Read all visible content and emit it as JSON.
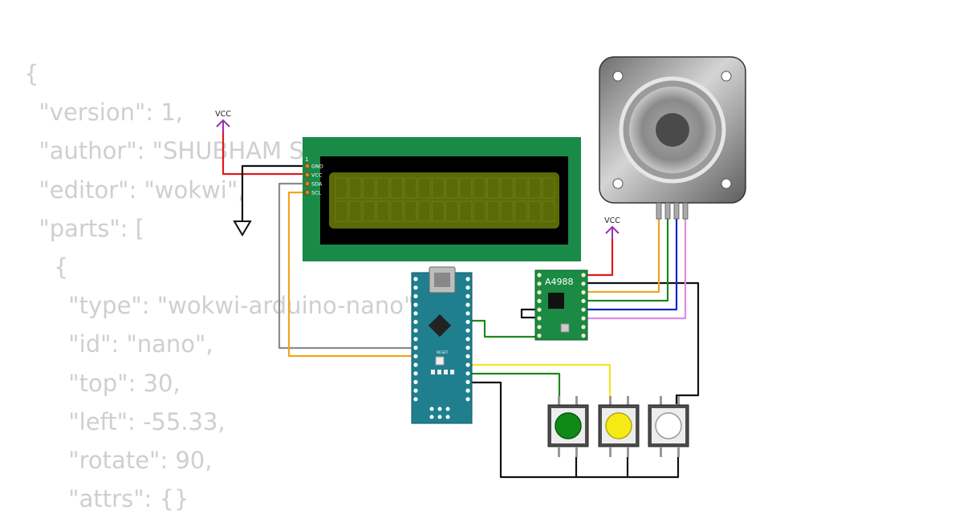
{
  "code_lines": [
    "{",
    "  \"version\": 1,",
    "  \"author\": \"SHUBHAM S",
    "  \"editor\": \"wokwi\",",
    "  \"parts\": [",
    "    {",
    "      \"type\": \"wokwi-arduino-nano\",",
    "      \"id\": \"nano\",",
    "      \"top\": 30,",
    "      \"left\": -55.33,",
    "      \"rotate\": 90,",
    "      \"attrs\": {}"
  ],
  "power_labels": {
    "vcc_lcd": "VCC",
    "vcc_driver": "VCC"
  },
  "lcd": {
    "pin_index_label": "1",
    "pins": [
      "GND",
      "VCC",
      "SDA",
      "SCL"
    ]
  },
  "driver": {
    "label": "A4988"
  },
  "nano": {
    "reset_label": "RESET"
  },
  "colors": {
    "lcd_board": "#1a8a48",
    "lcd_screen": "#5b6a08",
    "nano_board": "#1f7f8f",
    "driver_board": "#1b8a45",
    "wire_red": "#e01818",
    "wire_black": "#111111",
    "wire_gray": "#8c8c8c",
    "wire_orange": "#f2a51a",
    "wire_green": "#1a8a1a",
    "wire_yellow": "#f2e81a",
    "wire_blue": "#1a22cc",
    "wire_pink": "#e08ae6",
    "power_symbol": "#9a2fb0",
    "button_green": "#0f8a17",
    "button_yellow": "#f6ea16",
    "button_white": "#ffffff"
  }
}
